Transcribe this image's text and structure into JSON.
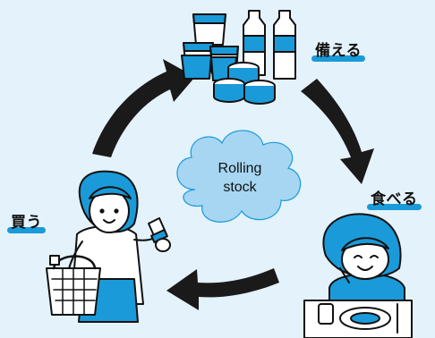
{
  "colors": {
    "background": "#e4f2fb",
    "accent": "#1a9ad8",
    "cloud": "#a6d6f2",
    "ink": "#111111"
  },
  "center": {
    "line1": "Rolling",
    "line2": "stock"
  },
  "cycle": [
    {
      "label": "備える"
    },
    {
      "label": "食べる"
    },
    {
      "label": "買う"
    }
  ]
}
